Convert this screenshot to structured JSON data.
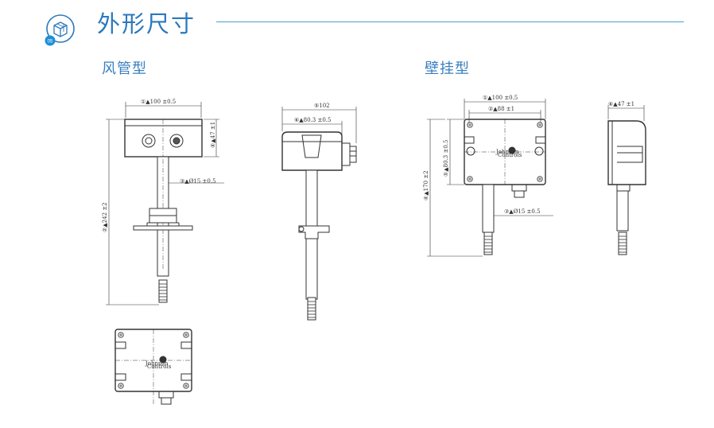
{
  "header": {
    "title": "外形尺寸",
    "icon": "box-dimension-icon",
    "accent_color": "#2b79bd"
  },
  "sections": {
    "duct": {
      "label": "风管型",
      "dims": {
        "width": "①▲100 ±0.5",
        "height": "④▲47 ±1",
        "length": "②▲242 ±2",
        "probe": "③▲Ø15 ±0.5",
        "side_total": "⑤102",
        "side_body": "⑥▲80.3 ±0.5"
      }
    },
    "wall": {
      "label": "壁挂型",
      "dims": {
        "width": "①▲100 ±0.5",
        "hole_spacing": "②▲88 ±1",
        "height": "⑤▲80.3 ±0.5",
        "total_height": "④▲170 ±2",
        "probe": "③▲Ø15 ±0.5",
        "depth": "⑥▲47 ±1"
      }
    }
  },
  "brand": {
    "line1": "Johnson",
    "line2": "Controls"
  }
}
